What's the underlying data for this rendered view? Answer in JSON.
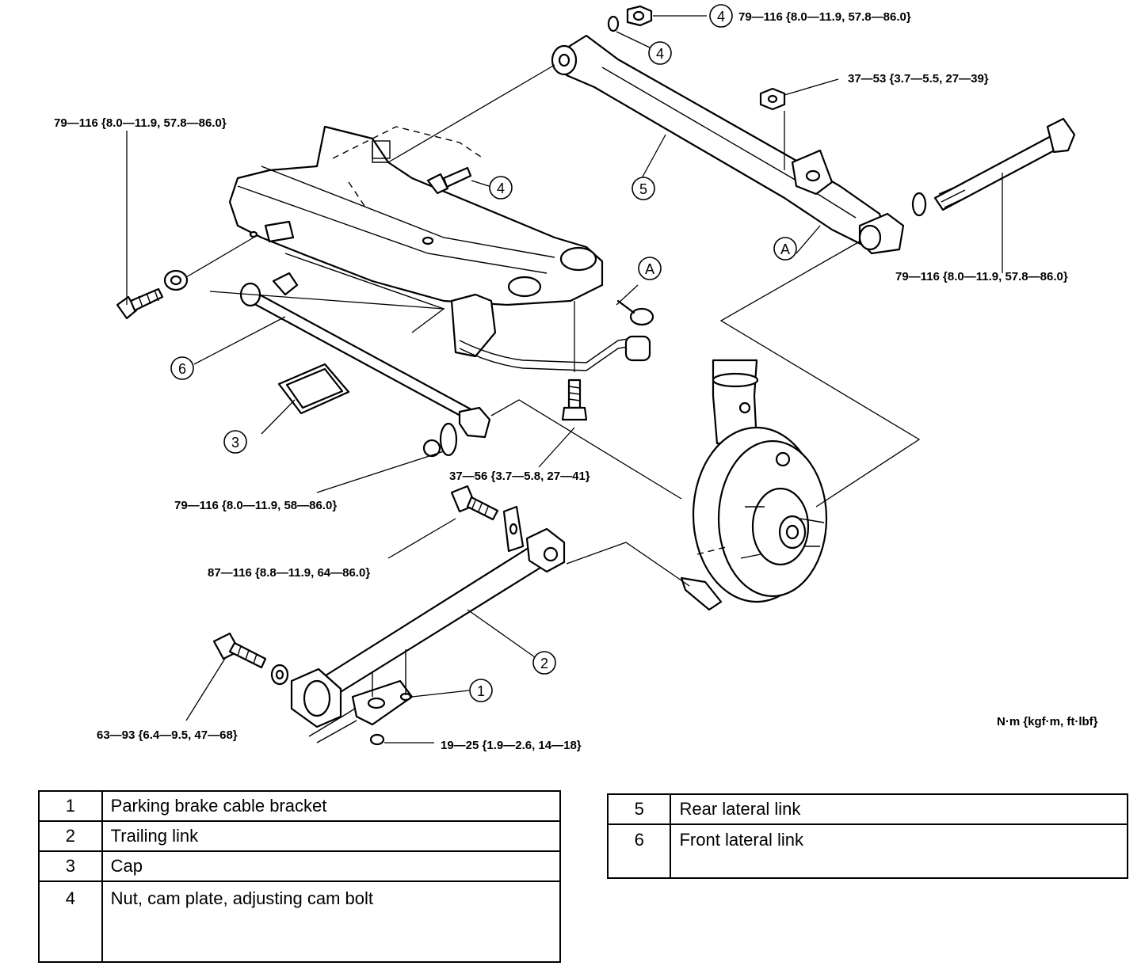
{
  "callouts": {
    "c1": "1",
    "c2": "2",
    "c3": "3",
    "c4a": "4",
    "c4b": "4",
    "c4c": "4",
    "c5": "5",
    "c6": "6",
    "ca1": "A",
    "ca2": "A"
  },
  "torque": {
    "t_top_nut": "79—116 {8.0—11.9, 57.8—86.0}",
    "t_top_right": "37—53 {3.7—5.5, 27—39}",
    "t_left": "79—116 {8.0—11.9, 57.8—86.0}",
    "t_right_bolt": "79—116 {8.0—11.9, 57.8—86.0}",
    "t_mid_bolt": "37—56 {3.7—5.8, 27—41}",
    "t_nut_6": "79—116 {8.0—11.9, 58—86.0}",
    "t_cam_bolt": "87—116 {8.8—11.9, 64—86.0}",
    "t_trailing_bolt": "63—93 {6.4—9.5, 47—68}",
    "t_bracket_bolt": "19—25 {1.9—2.6, 14—18}"
  },
  "units_note": "N·m {kgf·m, ft·lbf}",
  "legend_left": [
    {
      "num": "1",
      "desc": "Parking brake cable bracket"
    },
    {
      "num": "2",
      "desc": "Trailing link"
    },
    {
      "num": "3",
      "desc": "Cap"
    },
    {
      "num": "4",
      "desc": "Nut, cam plate, adjusting cam bolt"
    }
  ],
  "legend_right": [
    {
      "num": "5",
      "desc": "Rear lateral link"
    },
    {
      "num": "6",
      "desc": "Front lateral link"
    }
  ]
}
